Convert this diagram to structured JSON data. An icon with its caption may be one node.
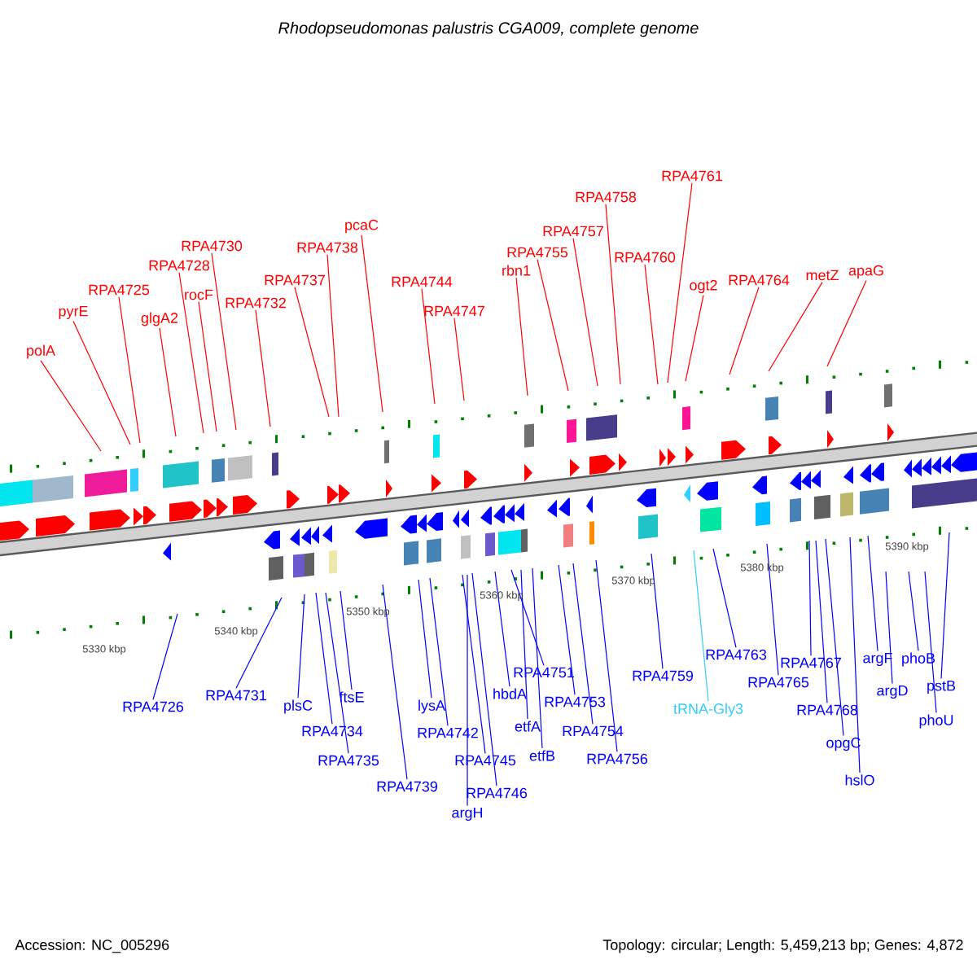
{
  "diagram": {
    "title": "Rhodopseudomonas palustris CGA009, complete genome",
    "nodes": [
      {
        "text": [
          "polA"
        ]
      },
      {
        "text": [
          "pyrE"
        ]
      },
      {
        "text": [
          "RPA4725"
        ]
      },
      {
        "text": [
          "glgA2"
        ]
      },
      {
        "text": [
          "RPA4728"
        ]
      },
      {
        "text": [
          "rocF"
        ]
      },
      {
        "text": [
          "RPA4730"
        ]
      },
      {
        "text": [
          "RPA4732"
        ]
      },
      {
        "text": [
          "RPA4737"
        ]
      },
      {
        "text": [
          "RPA4738"
        ]
      },
      {
        "text": [
          "pcaC"
        ]
      },
      {
        "text": [
          "RPA4744"
        ]
      },
      {
        "text": [
          "RPA4747"
        ]
      },
      {
        "text": [
          "rbn1"
        ]
      },
      {
        "text": [
          "RPA4755"
        ]
      },
      {
        "text": [
          "RPA4757"
        ]
      },
      {
        "text": [
          "RPA4758"
        ]
      },
      {
        "text": [
          "RPA4761"
        ]
      },
      {
        "text": [
          "RPA4760"
        ]
      },
      {
        "text": [
          "ogt2"
        ]
      },
      {
        "text": [
          "RPA4764"
        ]
      },
      {
        "text": [
          "metZ"
        ]
      },
      {
        "text": [
          "apaG"
        ]
      },
      {
        "text": [
          "RPA4726"
        ]
      },
      {
        "text": [
          "RPA4731"
        ]
      },
      {
        "text": [
          "plsC"
        ]
      },
      {
        "text": [
          "RPA4734"
        ]
      },
      {
        "text": [
          "RPA4735"
        ]
      },
      {
        "text": [
          "ftsE"
        ]
      },
      {
        "text": [
          "RPA4739"
        ]
      },
      {
        "text": [
          "lysA"
        ]
      },
      {
        "text": [
          "RPA4742"
        ]
      },
      {
        "text": [
          "RPA4745"
        ]
      },
      {
        "text": [
          "RPA4746"
        ]
      },
      {
        "text": [
          "argH"
        ]
      },
      {
        "text": [
          "hbdA"
        ]
      },
      {
        "text": [
          "RPA4751"
        ]
      },
      {
        "text": [
          "etfA"
        ]
      },
      {
        "text": [
          "etfB"
        ]
      },
      {
        "text": [
          "RPA4753"
        ]
      },
      {
        "text": [
          "RPA4754"
        ]
      },
      {
        "text": [
          "RPA4756"
        ]
      },
      {
        "text": [
          "RPA4759"
        ]
      },
      {
        "text": [
          "tRNA-Gly3"
        ]
      },
      {
        "text": [
          "RPA4763"
        ]
      },
      {
        "text": [
          "RPA4765"
        ]
      },
      {
        "text": [
          "RPA4767"
        ]
      },
      {
        "text": [
          "RPA4768"
        ]
      },
      {
        "text": [
          "opgC"
        ]
      },
      {
        "text": [
          "hslO"
        ]
      },
      {
        "text": [
          "argF"
        ]
      },
      {
        "text": [
          "argD"
        ]
      },
      {
        "text": [
          "phoB"
        ]
      },
      {
        "text": [
          "pstB"
        ]
      },
      {
        "text": [
          "phoU"
        ]
      }
    ],
    "edges": [
      {
        "from": 0,
        "to": null,
        "arrow": "none",
        "color": "#ff0000"
      },
      {
        "from": 1,
        "to": null,
        "arrow": "none",
        "color": "#ff0000"
      },
      {
        "from": 2,
        "to": null,
        "arrow": "none",
        "color": "#ff0000"
      },
      {
        "from": 3,
        "to": null,
        "arrow": "none",
        "color": "#ff0000"
      },
      {
        "from": 4,
        "to": null,
        "arrow": "none",
        "color": "#ff0000"
      },
      {
        "from": 5,
        "to": null,
        "arrow": "none",
        "color": "#ff0000"
      },
      {
        "from": 6,
        "to": null,
        "arrow": "none",
        "color": "#ff0000"
      },
      {
        "from": 7,
        "to": null,
        "arrow": "none",
        "color": "#ff0000"
      },
      {
        "from": 8,
        "to": null,
        "arrow": "none",
        "color": "#ff0000"
      },
      {
        "from": 9,
        "to": null,
        "arrow": "none",
        "color": "#ff0000"
      },
      {
        "from": 10,
        "to": null,
        "arrow": "none",
        "color": "#ff0000"
      },
      {
        "from": 11,
        "to": null,
        "arrow": "none",
        "color": "#ff0000"
      },
      {
        "from": 12,
        "to": null,
        "arrow": "none",
        "color": "#ff0000"
      },
      {
        "from": 13,
        "to": null,
        "arrow": "none",
        "color": "#ff0000"
      },
      {
        "from": 14,
        "to": null,
        "arrow": "none",
        "color": "#ff0000"
      },
      {
        "from": 15,
        "to": null,
        "arrow": "none",
        "color": "#ff0000"
      },
      {
        "from": 16,
        "to": null,
        "arrow": "none",
        "color": "#ff0000"
      },
      {
        "from": 17,
        "to": null,
        "arrow": "none",
        "color": "#ff0000"
      },
      {
        "from": 18,
        "to": null,
        "arrow": "none",
        "color": "#ff0000"
      },
      {
        "from": 19,
        "to": null,
        "arrow": "none",
        "color": "#ff0000"
      },
      {
        "from": 20,
        "to": null,
        "arrow": "none",
        "color": "#ff0000"
      },
      {
        "from": 21,
        "to": null,
        "arrow": "none",
        "color": "#ff0000"
      },
      {
        "from": 22,
        "to": null,
        "arrow": "none",
        "color": "#ff0000"
      },
      {
        "from": 23,
        "to": null,
        "arrow": "none"
      },
      {
        "from": 24,
        "to": null,
        "arrow": "none"
      },
      {
        "from": 25,
        "to": null,
        "arrow": "none"
      },
      {
        "from": 26,
        "to": null,
        "arrow": "none"
      },
      {
        "from": 27,
        "to": null,
        "arrow": "none"
      },
      {
        "from": 28,
        "to": null,
        "arrow": "none"
      },
      {
        "from": 29,
        "to": null,
        "arrow": "none"
      },
      {
        "from": 30,
        "to": null,
        "arrow": "none"
      },
      {
        "from": 31,
        "to": null,
        "arrow": "none"
      },
      {
        "from": 32,
        "to": null,
        "arrow": "none"
      },
      {
        "from": 33,
        "to": null,
        "arrow": "none"
      },
      {
        "from": 34,
        "to": null,
        "arrow": "none"
      },
      {
        "from": 35,
        "to": null,
        "arrow": "none"
      },
      {
        "from": 36,
        "to": null,
        "arrow": "none"
      },
      {
        "from": 37,
        "to": null,
        "arrow": "none"
      },
      {
        "from": 38,
        "to": null,
        "arrow": "none"
      },
      {
        "from": 39,
        "to": null,
        "arrow": "none"
      },
      {
        "from": 40,
        "to": null,
        "arrow": "none"
      },
      {
        "from": 41,
        "to": null,
        "arrow": "none"
      },
      {
        "from": 42,
        "to": null,
        "arrow": "none"
      },
      {
        "from": 43,
        "to": null,
        "arrow": "none",
        "color": "#33ccff"
      },
      {
        "from": 44,
        "to": null,
        "arrow": "none"
      },
      {
        "from": 45,
        "to": null,
        "arrow": "none"
      },
      {
        "from": 46,
        "to": null,
        "arrow": "none"
      },
      {
        "from": 47,
        "to": null,
        "arrow": "none"
      },
      {
        "from": 48,
        "to": null,
        "arrow": "none"
      },
      {
        "from": 49,
        "to": null,
        "arrow": "none"
      },
      {
        "from": 50,
        "to": null,
        "arrow": "none"
      },
      {
        "from": 51,
        "to": null,
        "arrow": "none"
      },
      {
        "from": 52,
        "to": null,
        "arrow": "none"
      },
      {
        "from": 53,
        "to": null,
        "arrow": "none"
      },
      {
        "from": 54,
        "to": null,
        "arrow": "none"
      }
    ],
    "labels": [
      "5330 kbp",
      "5340 kbp",
      "5350 kbp",
      "5360 kbp",
      "5370 kbp",
      "5380 kbp",
      "5390 kbp",
      "Accession: NC_005296",
      "Topology: circular; Length: 5,459,213 bp; Genes: 4,872"
    ]
  }
}
